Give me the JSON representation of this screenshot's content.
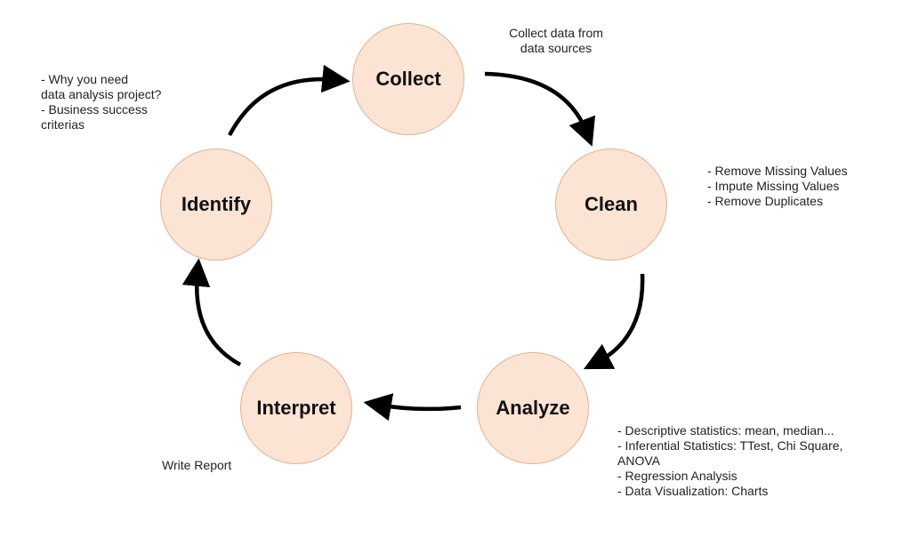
{
  "colors": {
    "node_fill": "#fbe4d4",
    "node_border": "#e2b190",
    "arrow": "#000000",
    "text": "#222222"
  },
  "nodes": {
    "collect": "Collect",
    "clean": "Clean",
    "analyze": "Analyze",
    "interpret": "Interpret",
    "identify": "Identify"
  },
  "notes": {
    "collect": [
      "Collect data from",
      "data sources"
    ],
    "clean": [
      "- Remove Missing Values",
      "- Impute Missing Values",
      "- Remove Duplicates"
    ],
    "analyze": [
      "- Descriptive statistics: mean, median...",
      "- Inferential Statistics: TTest, Chi Square,",
      "ANOVA",
      "- Regression Analysis",
      "- Data Visualization: Charts"
    ],
    "interpret": [
      "Write Report"
    ],
    "identify": [
      "- Why you need",
      "data analysis project?",
      "- Business success",
      "criterias"
    ]
  }
}
